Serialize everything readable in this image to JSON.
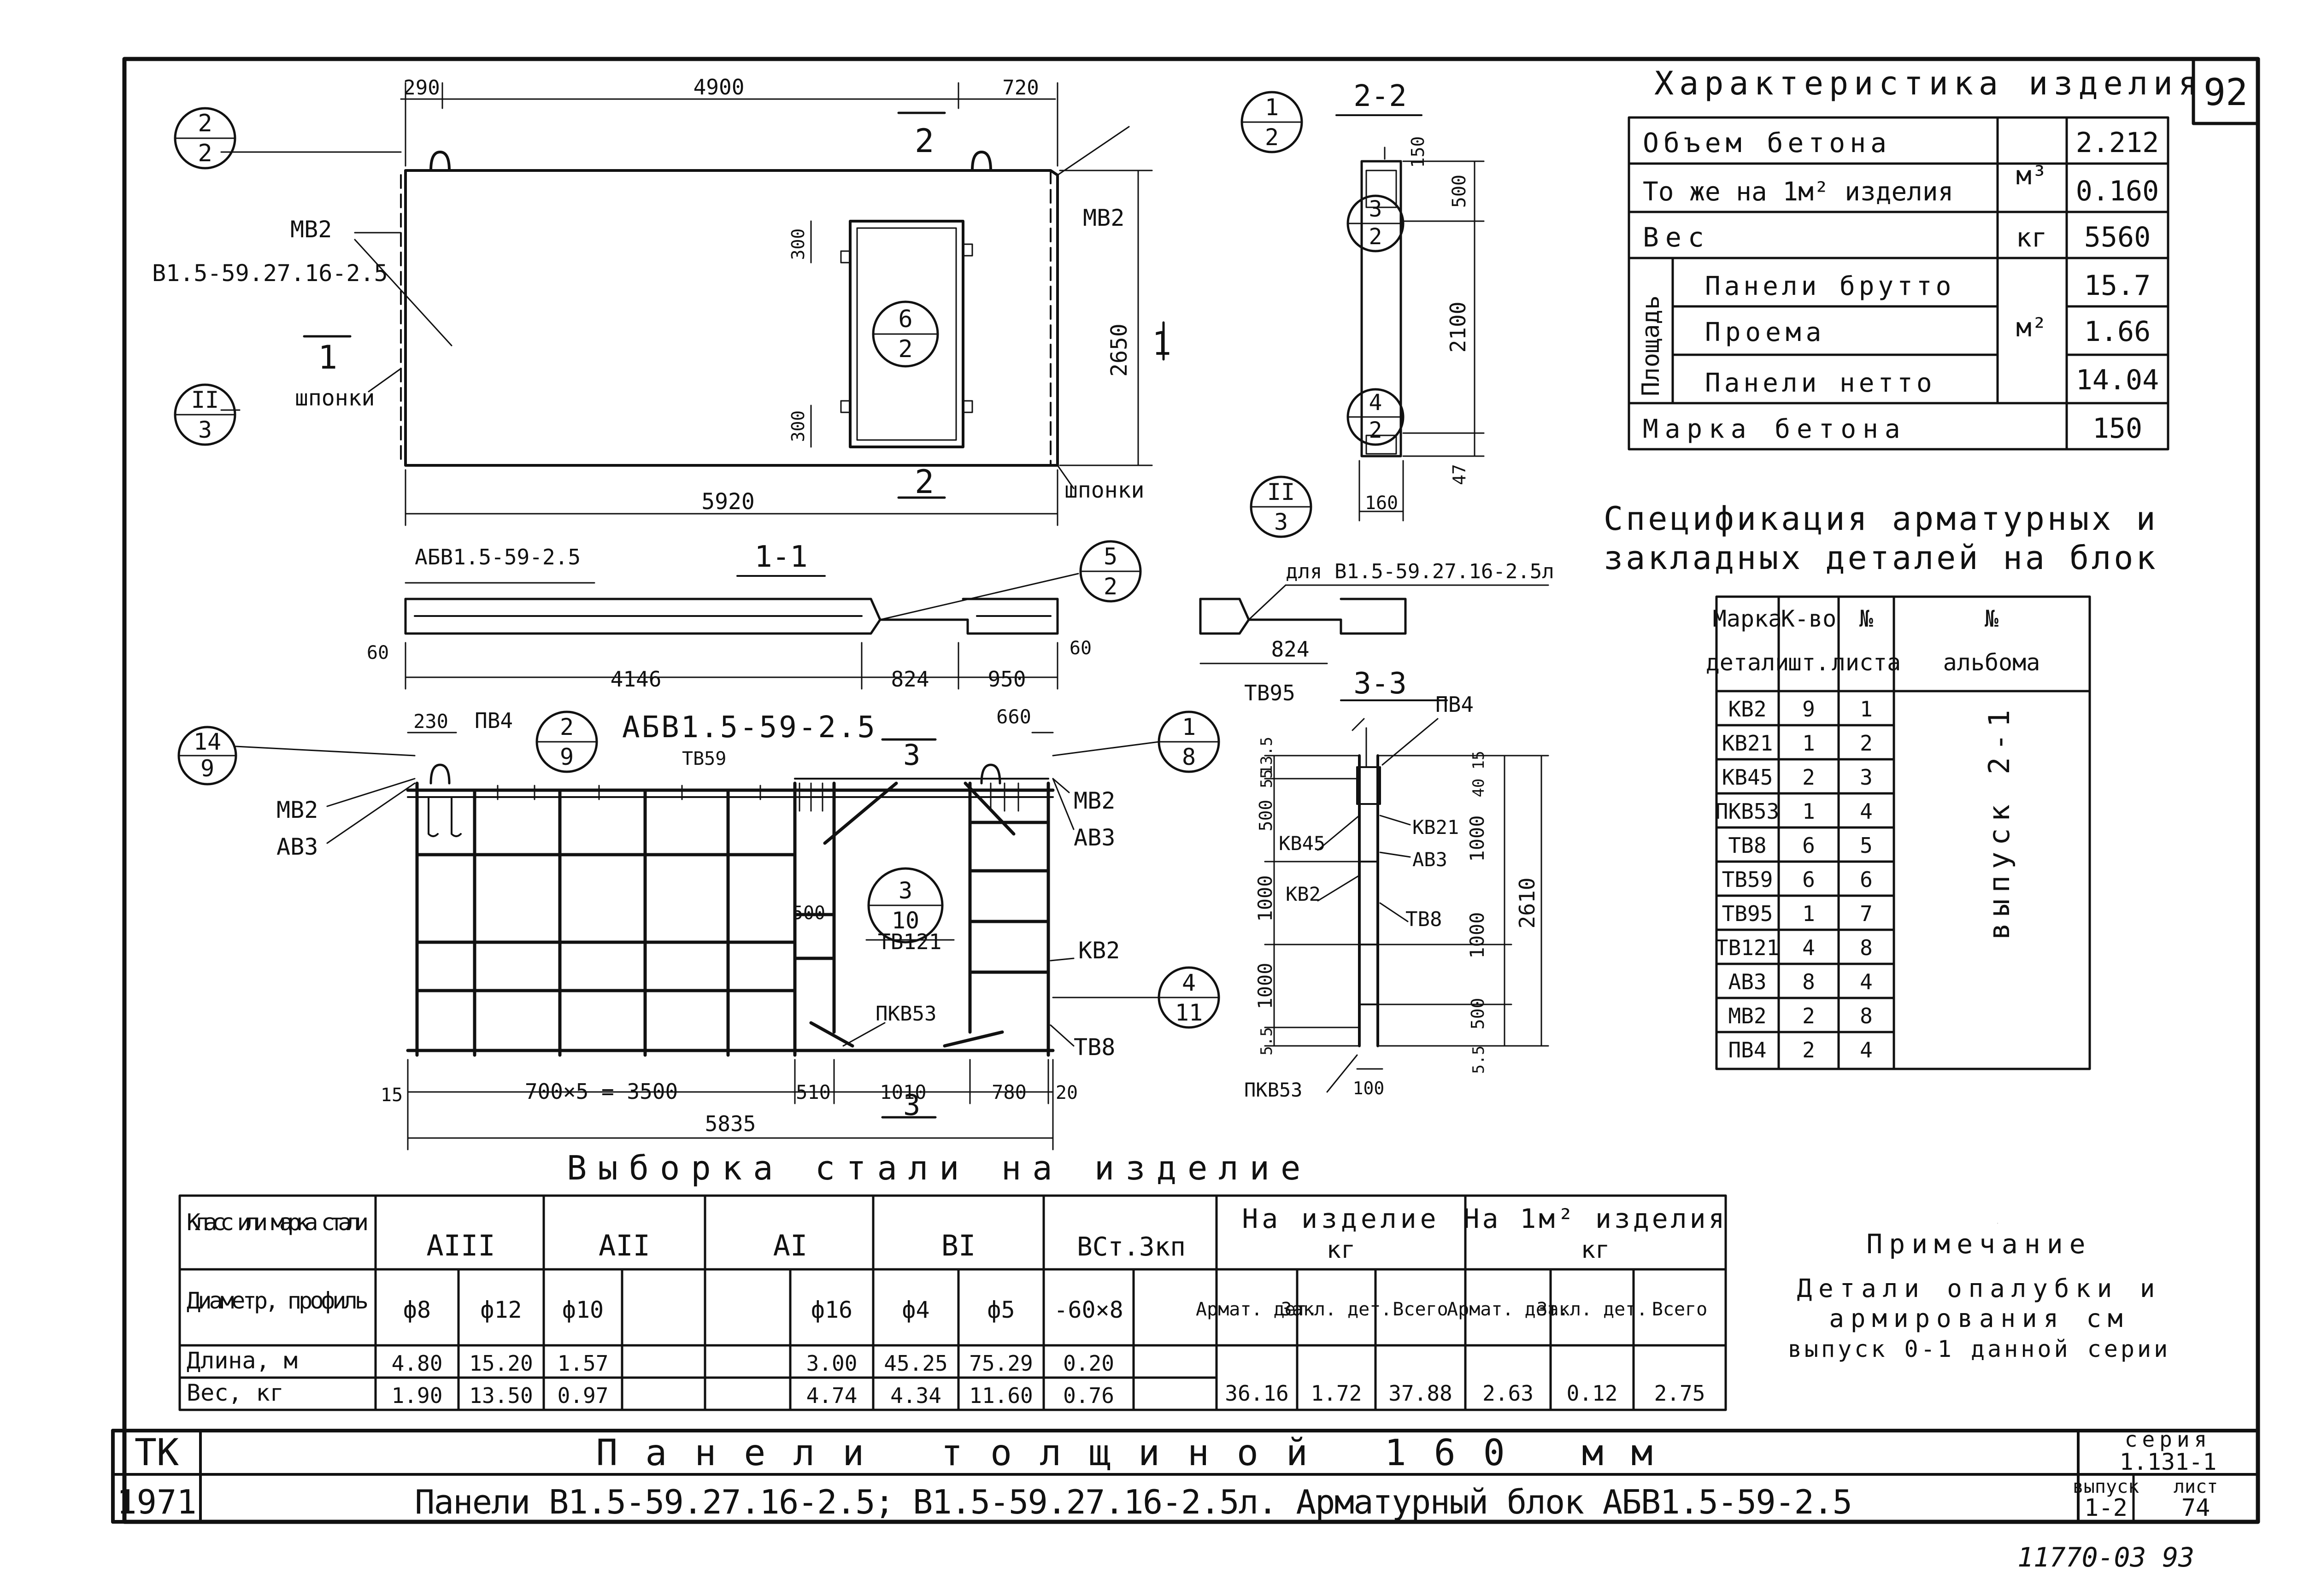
{
  "sheet_number": "92",
  "characteristics": {
    "title": "Характеристика изделия",
    "rows": {
      "volume_label": "Объем бетона",
      "volume_unit": "м³",
      "volume_value": "2.212",
      "per_m2_label": "То же на 1м² изделия",
      "per_m2_value": "0.160",
      "weight_label": "Вес",
      "weight_unit": "кг",
      "weight_value": "5560",
      "area_group_label": "Площадь",
      "area_unit": "м²",
      "gross_label": "Панели брутто",
      "gross_value": "15.7",
      "opening_label": "Проема",
      "opening_value": "1.66",
      "net_label": "Панели нетто",
      "net_value": "14.04",
      "grade_label": "Марка бетона",
      "grade_value": "150"
    }
  },
  "spec": {
    "title_line1": "Спецификация арматурных и",
    "title_line2": "закладных деталей на блок",
    "headers": {
      "mark_1": "Марка",
      "mark_2": "детали",
      "qty_1": "К-во",
      "qty_2": "шт.",
      "sheet_1": "№",
      "sheet_2": "листа",
      "album_1": "№",
      "album_2": "альбома"
    },
    "album_value": "выпуск 2-1",
    "rows": [
      {
        "mark": "КВ2",
        "qty": "9",
        "sheet": "1"
      },
      {
        "mark": "КВ21",
        "qty": "1",
        "sheet": "2"
      },
      {
        "mark": "КВ45",
        "qty": "2",
        "sheet": "3"
      },
      {
        "mark": "ПКВ53",
        "qty": "1",
        "sheet": "4"
      },
      {
        "mark": "ТВ8",
        "qty": "6",
        "sheet": "5"
      },
      {
        "mark": "ТВ59",
        "qty": "6",
        "sheet": "6"
      },
      {
        "mark": "ТВ95",
        "qty": "1",
        "sheet": "7"
      },
      {
        "mark": "ТВ121",
        "qty": "4",
        "sheet": "8"
      },
      {
        "mark": "АВ3",
        "qty": "8",
        "sheet": "4"
      },
      {
        "mark": "МВ2",
        "qty": "2",
        "sheet": "8"
      },
      {
        "mark": "ПВ4",
        "qty": "2",
        "sheet": "4"
      }
    ]
  },
  "steel": {
    "title": "Выборка стали на изделие",
    "row_class_label": "Класс или марка стали",
    "row_diam_label": "Диаметр, профиль",
    "row_length_label": "Длина, м",
    "row_weight_label": "Вес, кг",
    "classes": [
      "АIII",
      "АII",
      "АI",
      "ВI",
      "ВСт.3кп"
    ],
    "diameters": [
      "ф8",
      "ф12",
      "ф10",
      "",
      "",
      "ф16",
      "ф4",
      "ф5",
      "-60×8",
      ""
    ],
    "lengths": [
      "4.80",
      "15.20",
      "1.57",
      "",
      "",
      "3.00",
      "45.25",
      "75.29",
      "0.20",
      ""
    ],
    "weights": [
      "1.90",
      "13.50",
      "0.97",
      "",
      "",
      "4.74",
      "4.34",
      "11.60",
      "0.76",
      ""
    ],
    "per_item_label": "На изделие",
    "per_m2_label": "На 1м² изделия",
    "kg": "кг",
    "sub_headers": [
      "Армат. дет.",
      "Закл. дет.",
      "Всего",
      "Армат. дет.",
      "Закл. дет.",
      "Всего"
    ],
    "totals": [
      "36.16",
      "1.72",
      "37.88",
      "2.63",
      "0.12",
      "2.75"
    ]
  },
  "note": {
    "title": "Примечание",
    "line1": "Детали опалубки и",
    "line2": "армирования см",
    "line3": "выпуск 0-1 данной серии"
  },
  "title_block": {
    "org": "ТК",
    "year": "1971",
    "title": "Панели толщиной 160 мм",
    "subtitle": "Панели В1.5-59.27.16-2.5; В1.5-59.27.16-2.5л. Арматурный блок АБВ1.5-59-2.5",
    "series_label": "серия",
    "series_value": "1.131-1",
    "issue_label": "выпуск",
    "issue_value": "1-2",
    "sheet_label": "лист",
    "sheet_value": "74"
  },
  "stamp_number": "11770-03 93",
  "drawing_labels": {
    "d290": "290",
    "d4900": "4900",
    "d720": "720",
    "d2650": "2650",
    "d5920": "5920",
    "d300a": "300",
    "d300b": "300",
    "mv2": "МВ2",
    "panel_mark": "В1.5-59.27.16-2.5",
    "shponki": "шпонки",
    "sec1": "1",
    "sec2": "2",
    "callout_2_2_top": "2",
    "callout_2_2_bot": "2",
    "callout_II_3_top": "II",
    "callout_II_3_bot": "3",
    "callout_6_2_top": "6",
    "callout_6_2_bot": "2",
    "callout_1_2_top": "1",
    "callout_1_2_bot": "2",
    "sec22": "2-2",
    "d150": "150",
    "d500": "500",
    "d2100": "2100",
    "d47": "47",
    "d160": "160",
    "callout_3_2_top": "3",
    "callout_3_2_bot": "2",
    "callout_4_2_top": "4",
    "callout_4_2_bot": "2",
    "abv": "АБВ1.5-59-2.5",
    "sec11": "1-1",
    "callout_5_2_top": "5",
    "callout_5_2_bot": "2",
    "d60a": "60",
    "d4146": "4146",
    "d824": "824",
    "d950": "950",
    "d60b": "60",
    "dlya": "для В1.5-59.27.16-2.5л",
    "d824b": "824",
    "d230": "230",
    "pv4": "ПВ4",
    "tv59": "ТВ59",
    "d660": "660",
    "callout_14_9_top": "14",
    "callout_14_9_bot": "9",
    "callout_2_9_top": "2",
    "callout_2_9_bot": "9",
    "callout_1_8_top": "1",
    "callout_1_8_bot": "8",
    "callout_3_10_top": "3",
    "callout_3_10_bot": "10",
    "callout_4_11_top": "4",
    "callout_4_11_bot": "11",
    "ab3": "АВ3",
    "sec3": "3",
    "d500c": "500",
    "tv121": "ТВ121",
    "kv2": "КВ2",
    "pkv53": "ПКВ53",
    "tv8": "ТВ8",
    "d15": "15",
    "d700x5": "700×5 = 3500",
    "d510": "510",
    "d1010": "1010",
    "d780": "780",
    "d20": "20",
    "d5835": "5835",
    "tv95": "ТВ95",
    "sec33": "3-3",
    "kv45": "КВ45",
    "kv21": "КВ21",
    "kv2b": "КВ2",
    "tv8b": "ТВ8",
    "d135": "13.5",
    "d55": "55",
    "d1000a": "1000",
    "d1000b": "1000",
    "d1000c": "1000",
    "d1000d": "1000",
    "d500d": "500",
    "d2610": "2610",
    "d40": "40",
    "d15b": "15",
    "d55b": "5.5",
    "d100": "100",
    "d500e": "500",
    "d55c": "5.5"
  }
}
